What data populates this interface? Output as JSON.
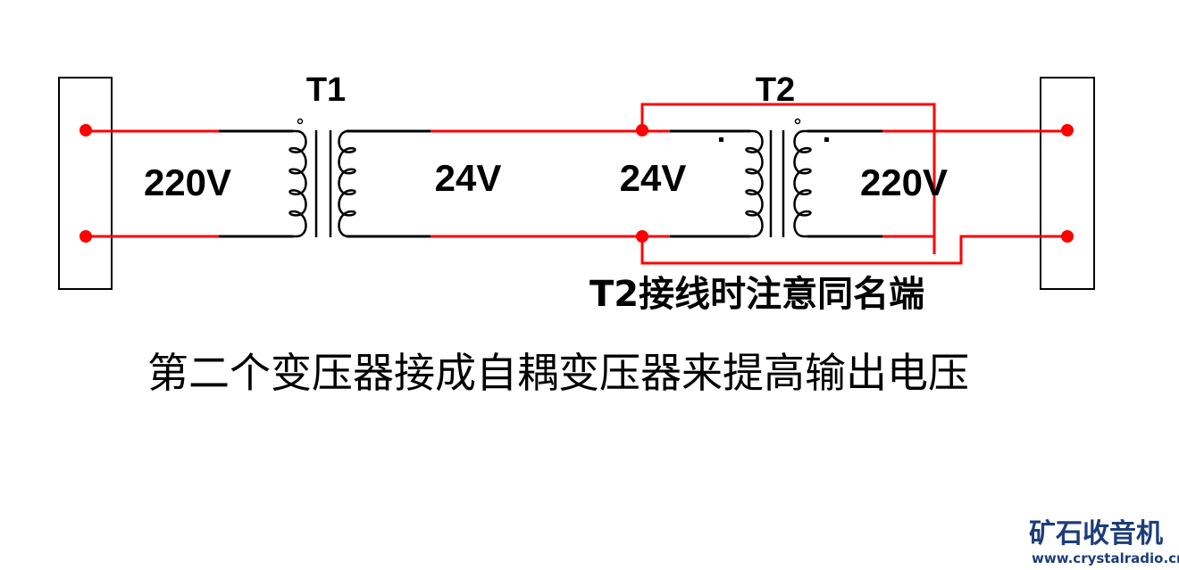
{
  "transformers": [
    {
      "name": "T1",
      "primary_voltage": "220V",
      "secondary_voltage": "24V"
    },
    {
      "name": "T2",
      "primary_voltage": "24V",
      "secondary_voltage": "220V"
    }
  ],
  "note": "T2接线时注意同名端",
  "caption": "第二个变压器接成自耦变压器来提高输出电压",
  "watermark": {
    "title": "矿石收音机",
    "url": "www.crystalradio.cn"
  },
  "colors": {
    "wire": "#ff0000",
    "coil": "#000000",
    "brand": "#1c3d7a"
  }
}
